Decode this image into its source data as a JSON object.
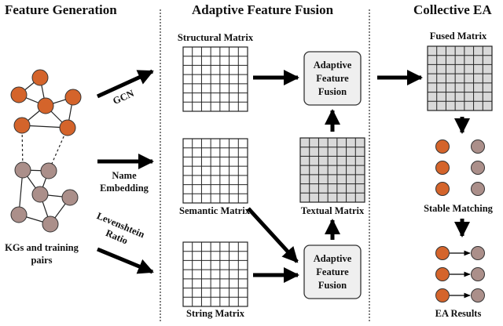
{
  "sections": {
    "feature_generation": "Feature Generation",
    "adaptive_fusion": "Adaptive Feature Fusion",
    "collective_ea": "Collective EA"
  },
  "labels": {
    "kgs_line1": "KGs and training",
    "kgs_line2": "pairs",
    "gcn": "GCN",
    "name_embedding_line1": "Name",
    "name_embedding_line2": "Embedding",
    "levenshtein_line1": "Levenshtein",
    "levenshtein_line2": "Ratio",
    "structural_matrix": "Structural Matrix",
    "semantic_matrix": "Semantic Matrix",
    "string_matrix": "String Matrix",
    "textual_matrix": "Textual Matrix",
    "fusion_top": [
      "Adaptive",
      "Feature",
      "Fusion"
    ],
    "fusion_bottom": [
      "Adaptive",
      "Feature",
      "Fusion"
    ],
    "fused_matrix": "Fused Matrix",
    "stable_matching": "Stable Matching",
    "ea_results": "EA Results"
  },
  "colors": {
    "orange_node": "#d4642b",
    "gray_node": "#ab8f8a",
    "gray_matrix": "#d9d9d9",
    "fusion_box": "#efefef"
  }
}
